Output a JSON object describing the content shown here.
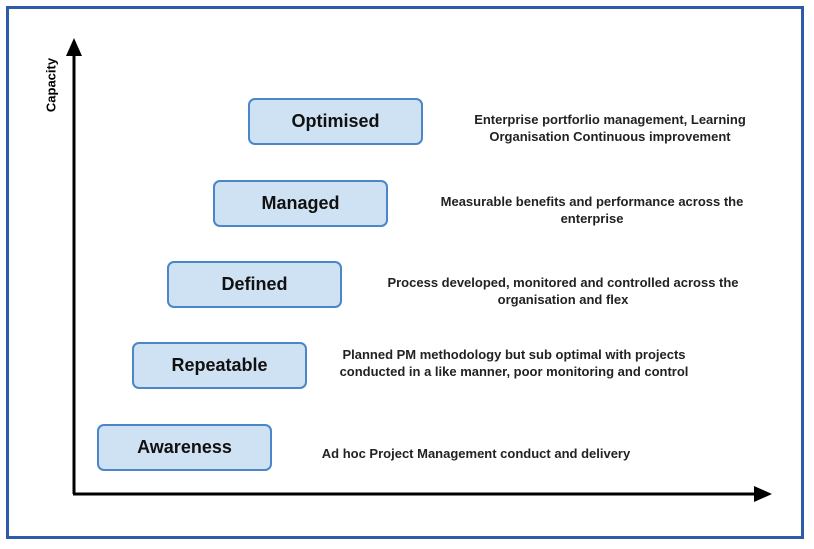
{
  "diagram": {
    "y_axis_label": "Capacity",
    "colors": {
      "frame_border": "#2e5ba8",
      "box_fill": "#cfe2f3",
      "box_border": "#4a86c8",
      "axis": "#000000"
    },
    "levels": [
      {
        "label": "Optimised",
        "description": "Enterprise portforlio management, Learning Organisation Continuous improvement"
      },
      {
        "label": "Managed",
        "description": "Measurable benefits and performance across the enterprise"
      },
      {
        "label": "Defined",
        "description": "Process developed, monitored and controlled across the organisation and flex"
      },
      {
        "label": "Repeatable",
        "description": "Planned PM methodology but sub optimal with projects conducted in a like manner, poor monitoring and control"
      },
      {
        "label": "Awareness",
        "description": "Ad hoc Project Management conduct and delivery"
      }
    ]
  }
}
